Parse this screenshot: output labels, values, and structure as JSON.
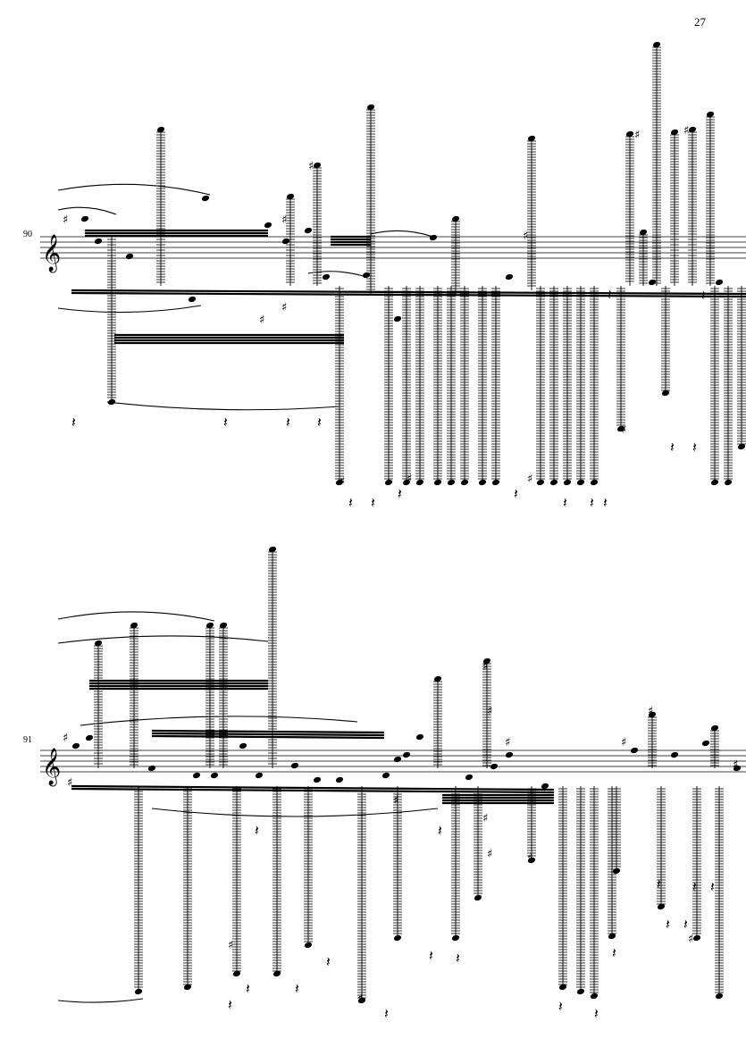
{
  "page": {
    "page_number": "27"
  },
  "systems": [
    {
      "measure_number": "90"
    },
    {
      "measure_number": "91"
    }
  ],
  "glyphs": {
    "treble_clef": "𝄞",
    "sharp": "♯",
    "natural": "♮",
    "rest": "𝄽",
    "eighth_rest": "𝄾"
  },
  "colors": {
    "ink": "#000000",
    "paper": "#ffffff"
  }
}
